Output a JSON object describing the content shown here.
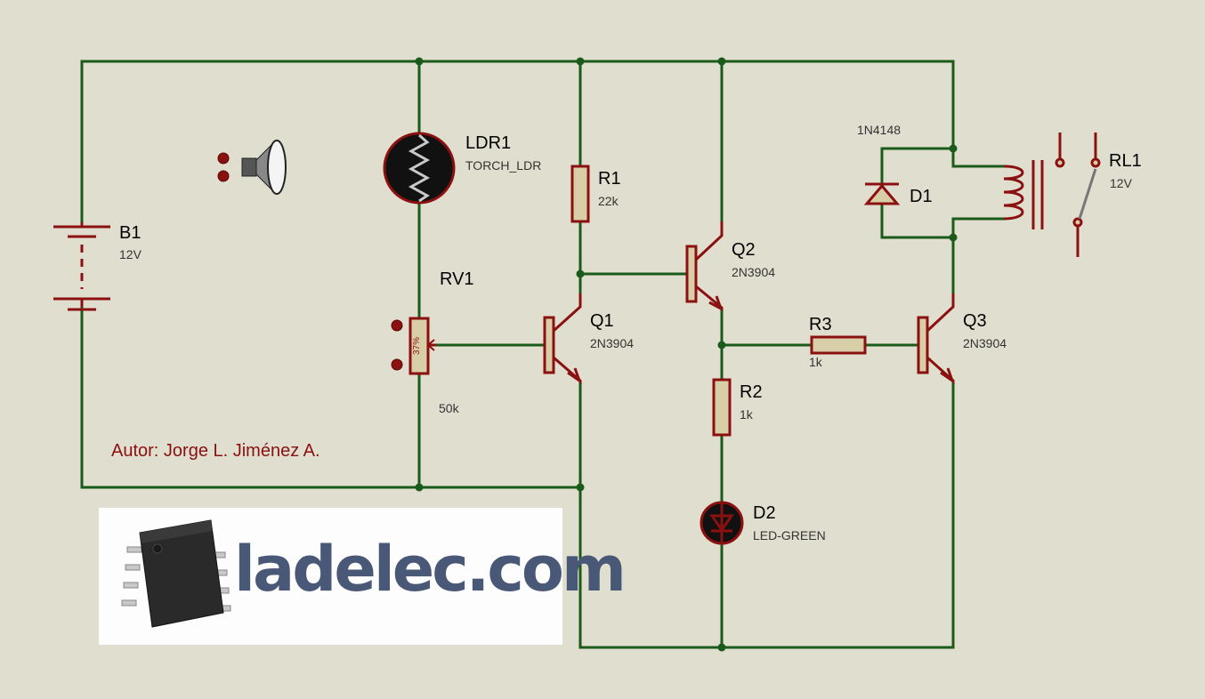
{
  "colors": {
    "background": "#e0dfcf",
    "wire": "#1a5a1a",
    "component": "#8b1010",
    "part_fill": "#d8cfa8",
    "logo_text": "#4a5878"
  },
  "components": {
    "b1": {
      "ref": "B1",
      "value": "12V"
    },
    "ldr1": {
      "ref": "LDR1",
      "value": "TORCH_LDR"
    },
    "r1": {
      "ref": "R1",
      "value": "22k"
    },
    "rv1": {
      "ref": "RV1",
      "value": "50k",
      "wiper": "37%"
    },
    "q1": {
      "ref": "Q1",
      "value": "2N3904"
    },
    "q2": {
      "ref": "Q2",
      "value": "2N3904"
    },
    "q3": {
      "ref": "Q3",
      "value": "2N3904"
    },
    "r2": {
      "ref": "R2",
      "value": "1k"
    },
    "r3": {
      "ref": "R3",
      "value": "1k"
    },
    "d1": {
      "ref": "D1",
      "value": "1N4148"
    },
    "d2": {
      "ref": "D2",
      "value": "LED-GREEN"
    },
    "rl1": {
      "ref": "RL1",
      "value": "12V"
    }
  },
  "icons": [
    "speaker-icon",
    "chip-icon"
  ],
  "author": "Autor: Jorge L. Jiménez A.",
  "logo": {
    "text": "ladelec.com"
  }
}
